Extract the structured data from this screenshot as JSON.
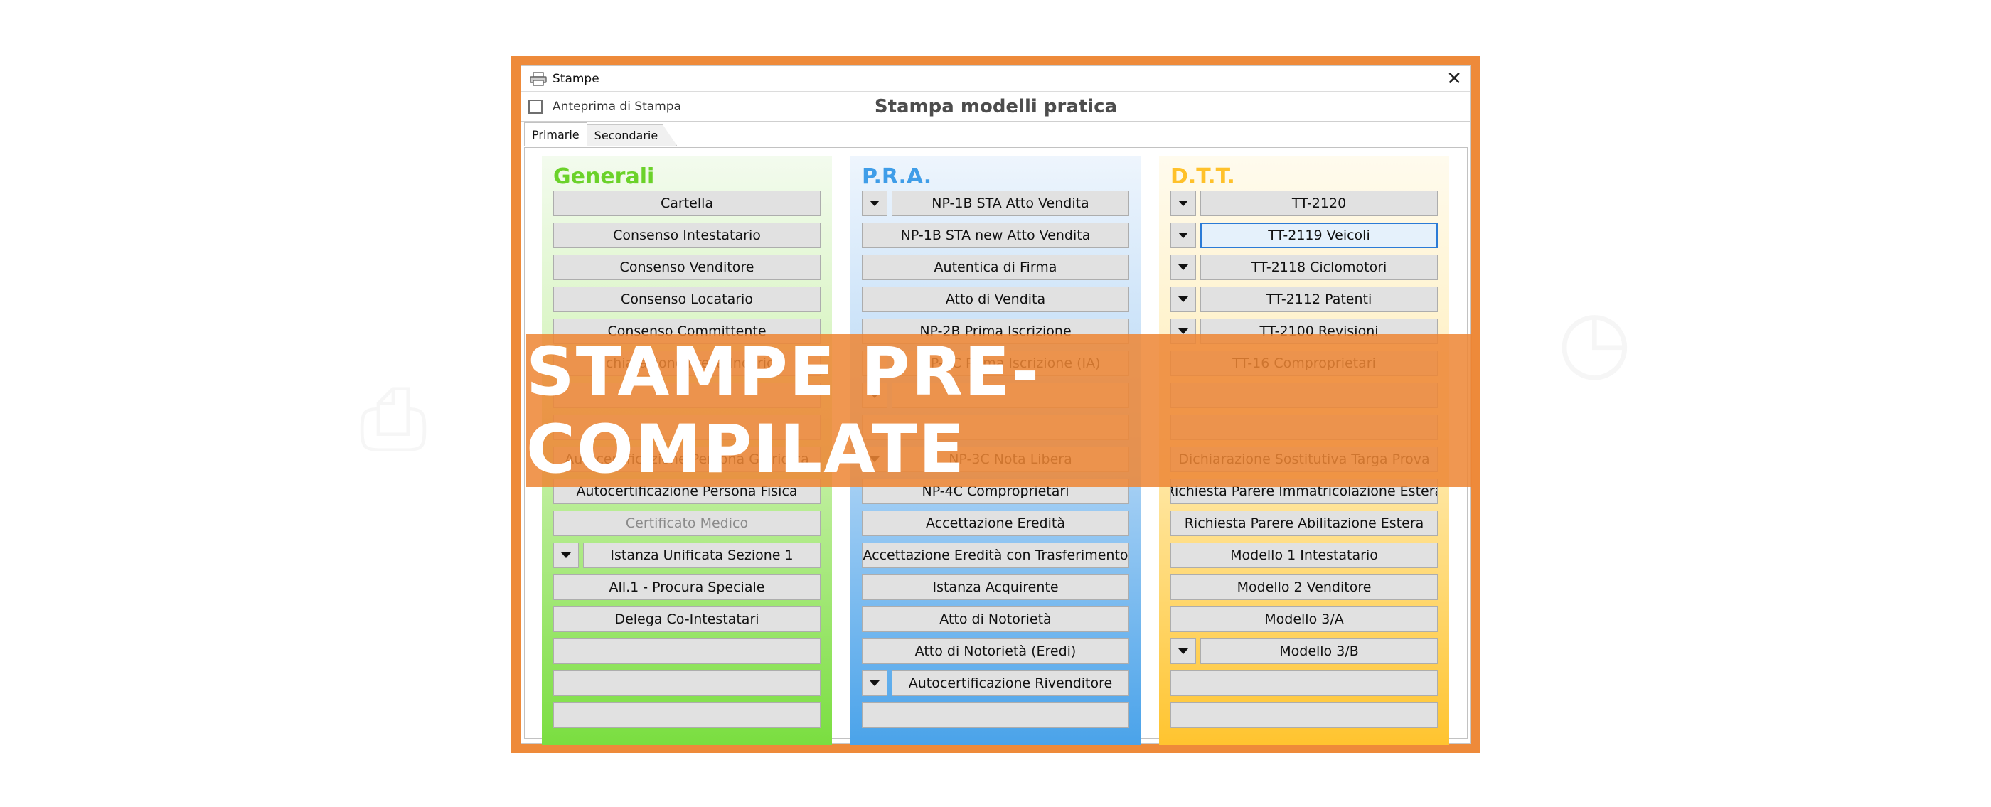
{
  "window": {
    "title": "Stampe",
    "close_glyph": "✕"
  },
  "topbar": {
    "checkbox_label": "Anteprima di Stampa",
    "checked": false,
    "form_title": "Stampa modelli pratica"
  },
  "tabs": [
    {
      "label": "Primarie",
      "active": true
    },
    {
      "label": "Secondarie",
      "active": false
    }
  ],
  "columns": {
    "generali": {
      "title": "Generali",
      "accent": "#6bd22a",
      "items": [
        {
          "label": "Cartella",
          "dropdown": false
        },
        {
          "label": "Consenso Intestatario",
          "dropdown": false
        },
        {
          "label": "Consenso Venditore",
          "dropdown": false
        },
        {
          "label": "Consenso Locatario",
          "dropdown": false
        },
        {
          "label": "Consenso Committente",
          "dropdown": false
        },
        {
          "label": "Dichiarazione Presa Incarico",
          "dropdown": false
        },
        {
          "label": "",
          "dropdown": false
        },
        {
          "label": "",
          "dropdown": false
        },
        {
          "label": "Autocertificazione Persona Giuridica",
          "dropdown": false
        },
        {
          "label": "Autocertificazione Persona Fisica",
          "dropdown": false
        },
        {
          "label": "Certificato Medico",
          "dropdown": false,
          "disabled": true
        },
        {
          "label": "Istanza Unificata Sezione 1",
          "dropdown": true
        },
        {
          "label": "All.1 - Procura Speciale",
          "dropdown": false
        },
        {
          "label": "Delega Co-Intestatari",
          "dropdown": false
        },
        {
          "label": "",
          "dropdown": false
        },
        {
          "label": "",
          "dropdown": false
        },
        {
          "label": "",
          "dropdown": false
        }
      ]
    },
    "pra": {
      "title": "P.R.A.",
      "accent": "#3f9de8",
      "items": [
        {
          "label": "NP-1B STA Atto Vendita",
          "dropdown": true
        },
        {
          "label": "NP-1B STA new Atto Vendita",
          "dropdown": false
        },
        {
          "label": "Autentica di Firma",
          "dropdown": false
        },
        {
          "label": "Atto di Vendita",
          "dropdown": false
        },
        {
          "label": "NP-2B Prima Iscrizione",
          "dropdown": false
        },
        {
          "label": "NP-2C Prima Iscrizione (IA)",
          "dropdown": true
        },
        {
          "label": "",
          "dropdown": true
        },
        {
          "label": "",
          "dropdown": false
        },
        {
          "label": "NP-3C Nota Libera",
          "dropdown": true
        },
        {
          "label": "NP-4C Comproprietari",
          "dropdown": false
        },
        {
          "label": "Accettazione Eredità",
          "dropdown": false
        },
        {
          "label": "Accettazione Eredità con Trasferimento",
          "dropdown": false
        },
        {
          "label": "Istanza Acquirente",
          "dropdown": false
        },
        {
          "label": "Atto di Notorietà",
          "dropdown": false
        },
        {
          "label": "Atto di Notorietà (Eredi)",
          "dropdown": false
        },
        {
          "label": "Autocertificazione Rivenditore",
          "dropdown": true
        },
        {
          "label": "",
          "dropdown": false
        }
      ]
    },
    "dtt": {
      "title": "D.T.T.",
      "accent": "#ffc12a",
      "items": [
        {
          "label": "TT-2120",
          "dropdown": true
        },
        {
          "label": "TT-2119 Veicoli",
          "dropdown": true,
          "focused": true
        },
        {
          "label": "TT-2118 Ciclomotori",
          "dropdown": true
        },
        {
          "label": "TT-2112 Patenti",
          "dropdown": true
        },
        {
          "label": "TT-2100 Revisioni",
          "dropdown": true
        },
        {
          "label": "TT-16 Comproprietari",
          "dropdown": false
        },
        {
          "label": "",
          "dropdown": false
        },
        {
          "label": "",
          "dropdown": false
        },
        {
          "label": "Dichiarazione Sostitutiva Targa Prova",
          "dropdown": false
        },
        {
          "label": "Richiesta Parere Immatricolazione Estera",
          "dropdown": false
        },
        {
          "label": "Richiesta Parere Abilitazione Estera",
          "dropdown": false
        },
        {
          "label": "Modello 1 Intestatario",
          "dropdown": false
        },
        {
          "label": "Modello 2 Venditore",
          "dropdown": false
        },
        {
          "label": "Modello 3/A",
          "dropdown": false
        },
        {
          "label": "Modello 3/B",
          "dropdown": true
        },
        {
          "label": "",
          "dropdown": false
        },
        {
          "label": "",
          "dropdown": false
        }
      ]
    }
  },
  "banner": {
    "text": "STAMPE PRE-COMPILATE",
    "color": "#ed8634"
  },
  "frame": {
    "color": "#ee8a3a"
  }
}
